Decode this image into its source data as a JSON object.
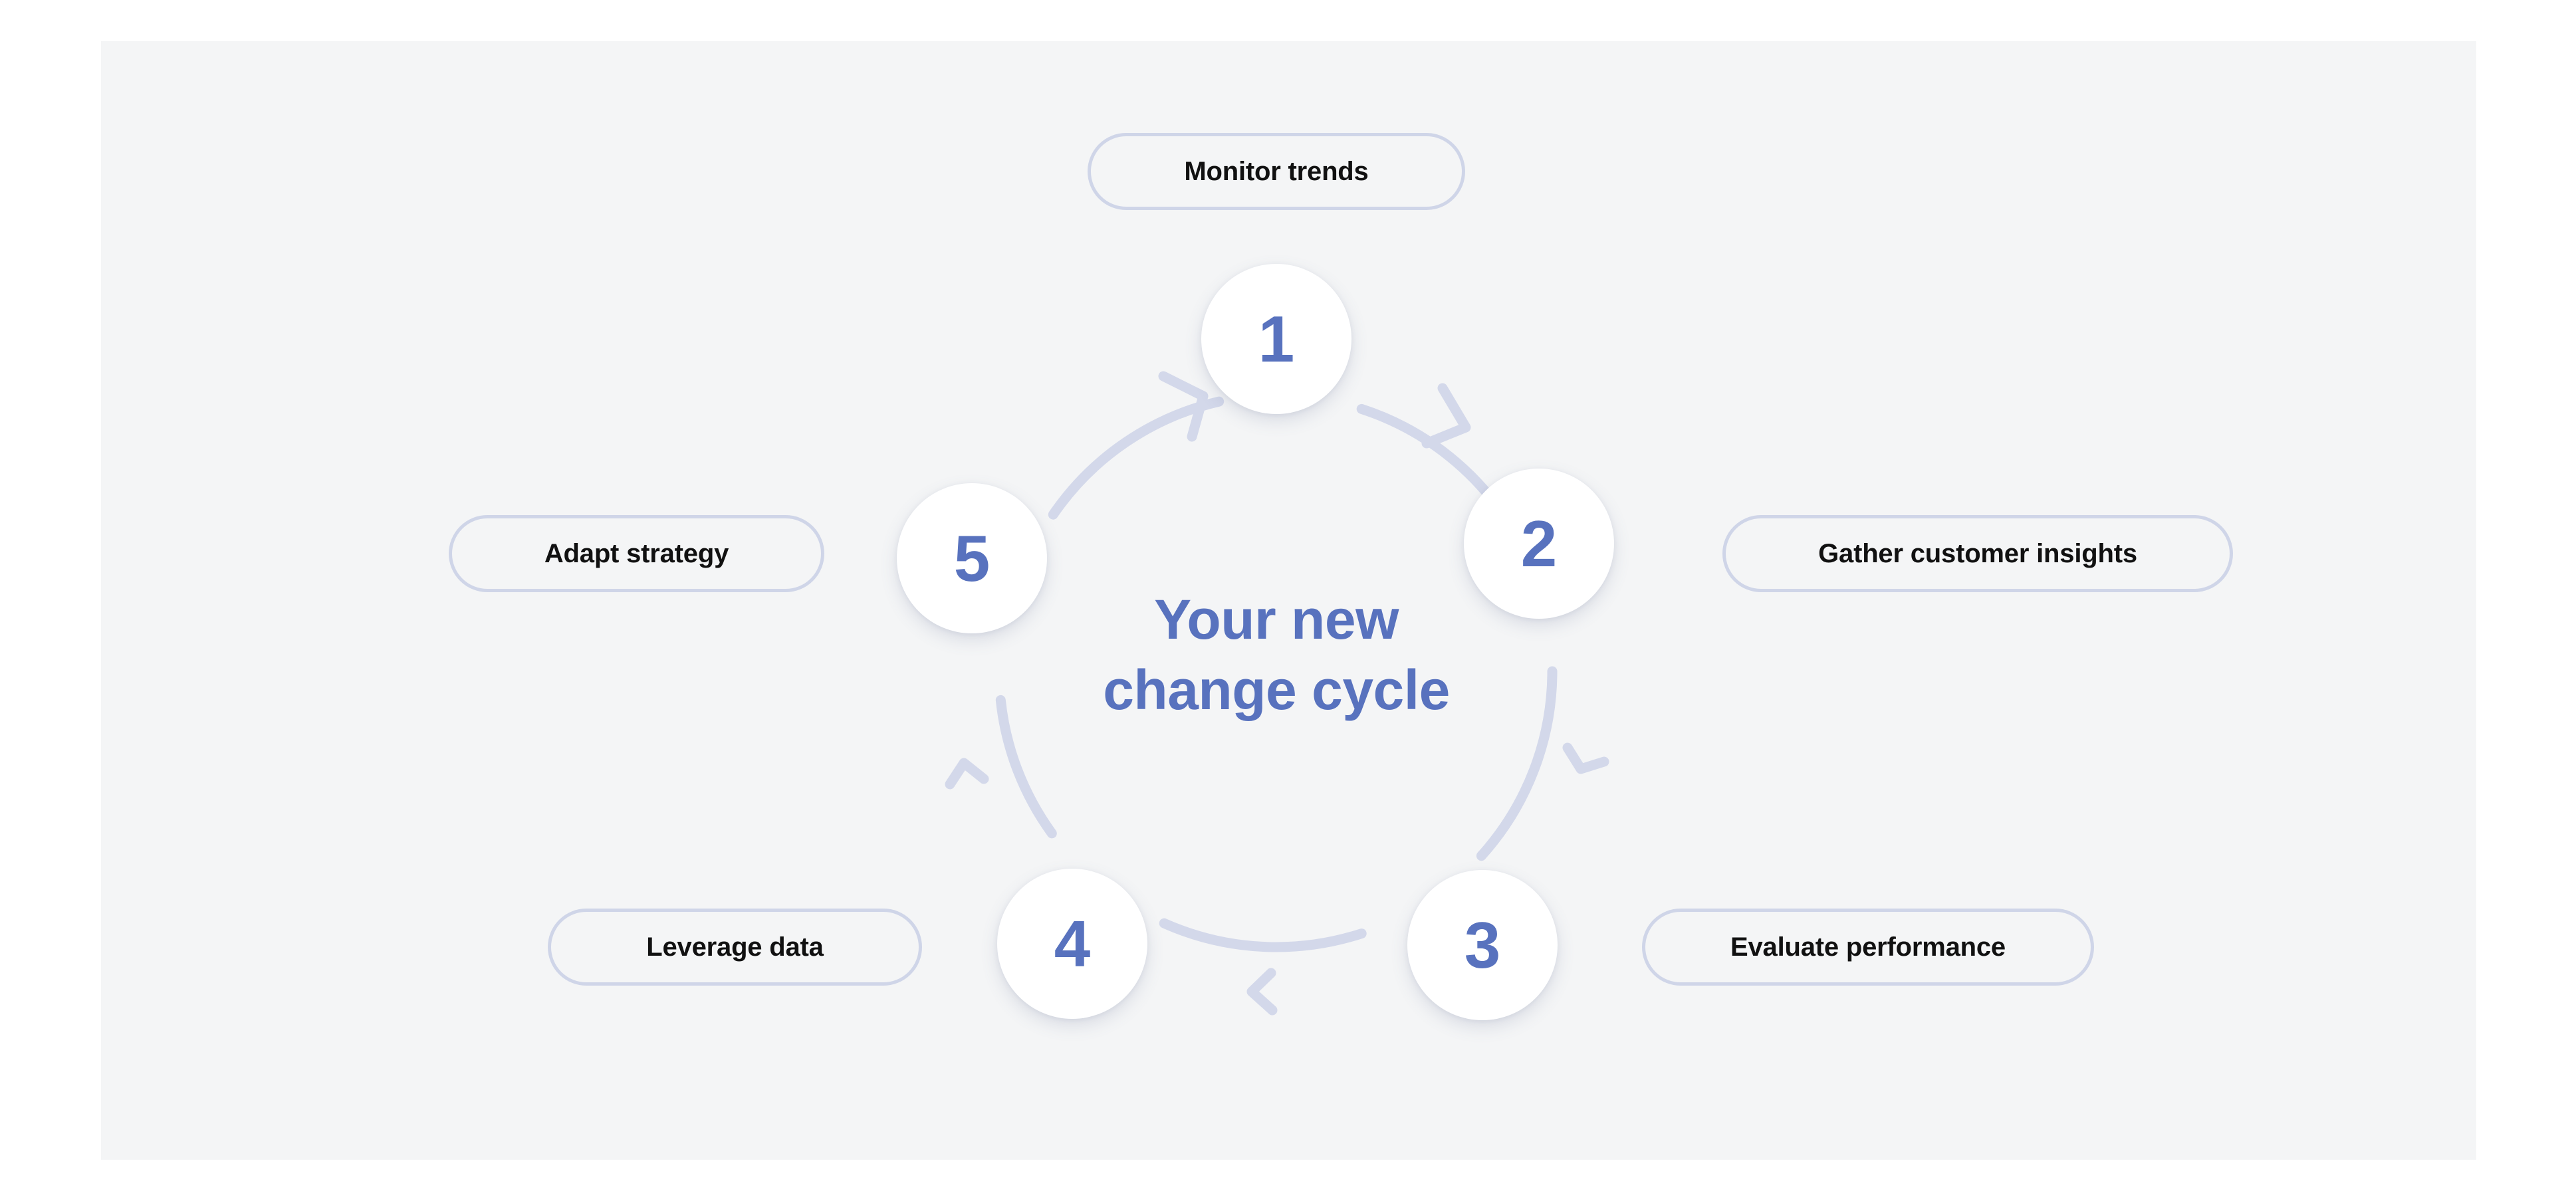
{
  "canvas": {
    "background": "#ffffff",
    "panel_color": "#f4f5f6",
    "accent_blue": "#5872be",
    "ring_color": "#d3d8ea",
    "pill_border_color": "#cfd5e8",
    "pill_text_color": "#111111"
  },
  "center": {
    "line1": "Your new",
    "line2": "change cycle"
  },
  "diagram": {
    "type": "cycle",
    "direction": "clockwise",
    "step_count": 5,
    "steps": [
      {
        "number": "1",
        "label": "Monitor trends",
        "position": "top"
      },
      {
        "number": "2",
        "label": "Gather customer insights",
        "position": "upper-right"
      },
      {
        "number": "3",
        "label": "Evaluate performance",
        "position": "lower-right"
      },
      {
        "number": "4",
        "label": "Leverage data",
        "position": "lower-left"
      },
      {
        "number": "5",
        "label": "Adapt strategy",
        "position": "upper-left"
      }
    ],
    "arrows": [
      {
        "from": "1",
        "to": "2",
        "direction": "clockwise"
      },
      {
        "from": "2",
        "to": "3",
        "direction": "clockwise"
      },
      {
        "from": "3",
        "to": "4",
        "direction": "clockwise"
      },
      {
        "from": "4",
        "to": "5",
        "direction": "clockwise"
      },
      {
        "from": "5",
        "to": "1",
        "direction": "clockwise"
      }
    ]
  }
}
